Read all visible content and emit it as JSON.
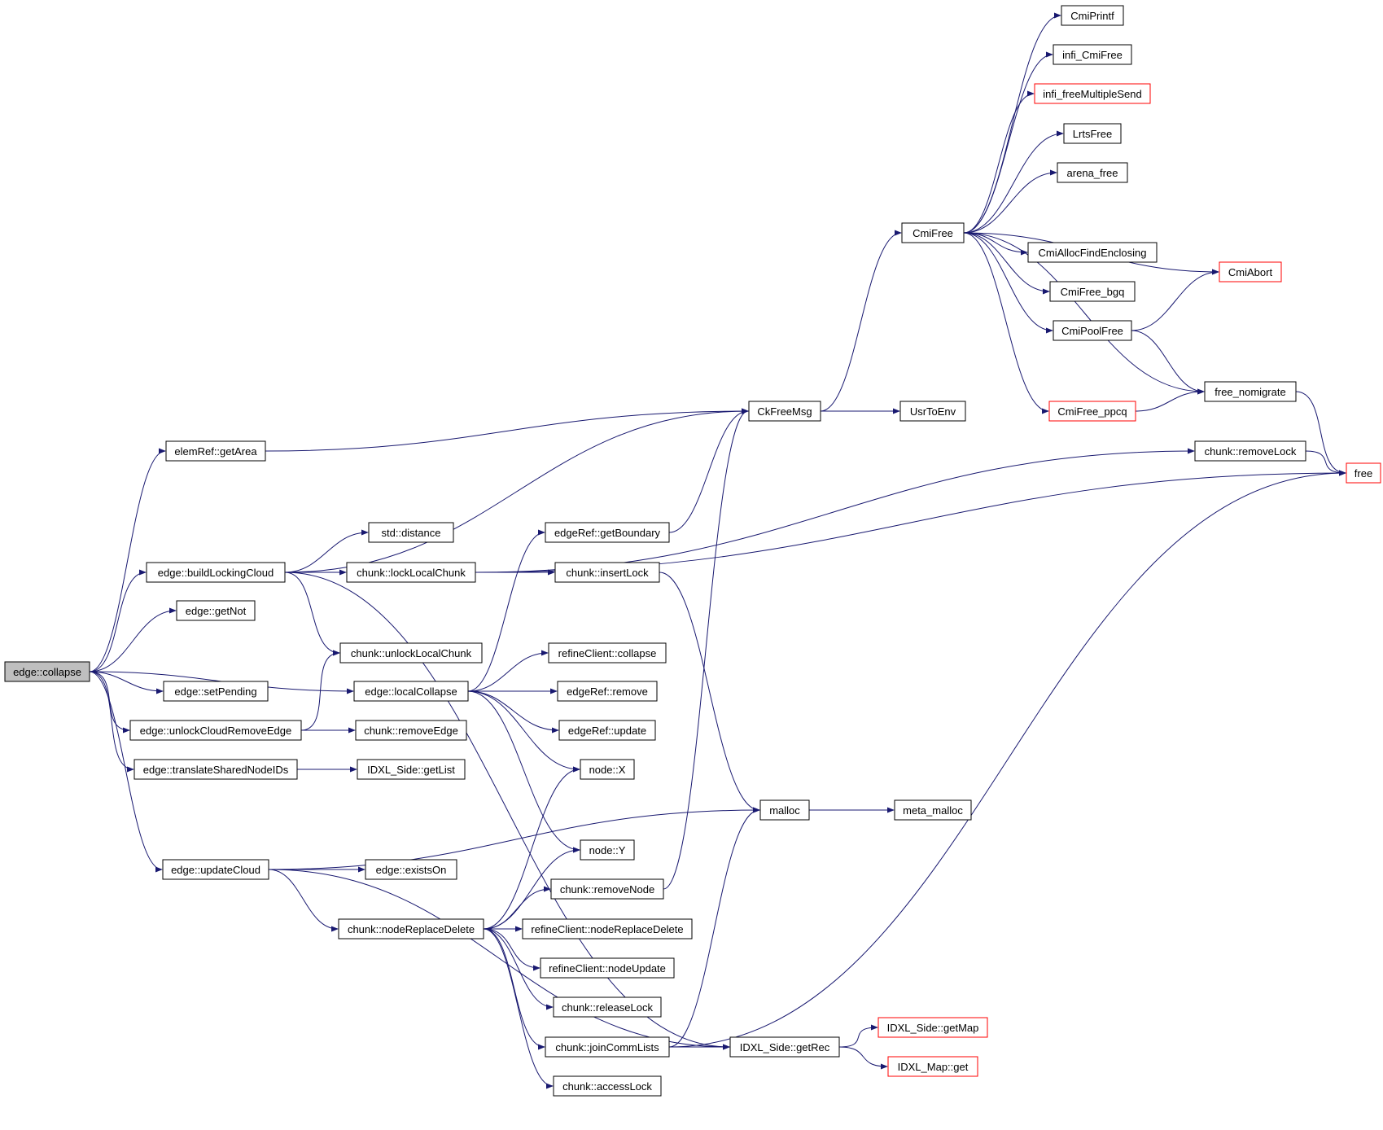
{
  "colors": {
    "edge": "#191970",
    "border": "#000000",
    "highlight_border": "#ff0000",
    "root_fill": "#bfbfbf"
  },
  "nodes": [
    {
      "id": "collapse",
      "label": "edge::collapse",
      "style": "root"
    },
    {
      "id": "getArea",
      "label": "elemRef::getArea",
      "style": "normal"
    },
    {
      "id": "buildLockingCloud",
      "label": "edge::buildLockingCloud",
      "style": "normal"
    },
    {
      "id": "getNot",
      "label": "edge::getNot",
      "style": "normal"
    },
    {
      "id": "setPending",
      "label": "edge::setPending",
      "style": "normal"
    },
    {
      "id": "unlockCloudRemoveEdge",
      "label": "edge::unlockCloudRemoveEdge",
      "style": "normal"
    },
    {
      "id": "translateSharedNodeIDs",
      "label": "edge::translateSharedNodeIDs",
      "style": "normal"
    },
    {
      "id": "updateCloud",
      "label": "edge::updateCloud",
      "style": "normal"
    },
    {
      "id": "std_distance",
      "label": "std::distance",
      "style": "normal"
    },
    {
      "id": "lockLocalChunk",
      "label": "chunk::lockLocalChunk",
      "style": "normal"
    },
    {
      "id": "unlockLocalChunk",
      "label": "chunk::unlockLocalChunk",
      "style": "normal"
    },
    {
      "id": "localCollapse",
      "label": "edge::localCollapse",
      "style": "normal"
    },
    {
      "id": "removeEdge",
      "label": "chunk::removeEdge",
      "style": "normal"
    },
    {
      "id": "getList",
      "label": "IDXL_Side::getList",
      "style": "normal"
    },
    {
      "id": "existsOn",
      "label": "edge::existsOn",
      "style": "normal"
    },
    {
      "id": "nodeReplaceDelete",
      "label": "chunk::nodeReplaceDelete",
      "style": "normal"
    },
    {
      "id": "getBoundary",
      "label": "edgeRef::getBoundary",
      "style": "normal"
    },
    {
      "id": "insertLock",
      "label": "chunk::insertLock",
      "style": "normal"
    },
    {
      "id": "rc_collapse",
      "label": "refineClient::collapse",
      "style": "normal"
    },
    {
      "id": "er_remove",
      "label": "edgeRef::remove",
      "style": "normal"
    },
    {
      "id": "er_update",
      "label": "edgeRef::update",
      "style": "normal"
    },
    {
      "id": "nodeX",
      "label": "node::X",
      "style": "normal"
    },
    {
      "id": "nodeY",
      "label": "node::Y",
      "style": "normal"
    },
    {
      "id": "removeNode",
      "label": "chunk::removeNode",
      "style": "normal"
    },
    {
      "id": "rc_nodeReplaceDelete",
      "label": "refineClient::nodeReplaceDelete",
      "style": "normal"
    },
    {
      "id": "rc_nodeUpdate",
      "label": "refineClient::nodeUpdate",
      "style": "normal"
    },
    {
      "id": "releaseLock",
      "label": "chunk::releaseLock",
      "style": "normal"
    },
    {
      "id": "joinCommLists",
      "label": "chunk::joinCommLists",
      "style": "normal"
    },
    {
      "id": "accessLock",
      "label": "chunk::accessLock",
      "style": "normal"
    },
    {
      "id": "CkFreeMsg",
      "label": "CkFreeMsg",
      "style": "normal"
    },
    {
      "id": "malloc",
      "label": "malloc",
      "style": "normal"
    },
    {
      "id": "getRec",
      "label": "IDXL_Side::getRec",
      "style": "normal"
    },
    {
      "id": "CmiFree",
      "label": "CmiFree",
      "style": "normal"
    },
    {
      "id": "UsrToEnv",
      "label": "UsrToEnv",
      "style": "normal"
    },
    {
      "id": "meta_malloc",
      "label": "meta_malloc",
      "style": "normal"
    },
    {
      "id": "getMap",
      "label": "IDXL_Side::getMap",
      "style": "red"
    },
    {
      "id": "map_get",
      "label": "IDXL_Map::get",
      "style": "red"
    },
    {
      "id": "CmiPrintf",
      "label": "CmiPrintf",
      "style": "normal"
    },
    {
      "id": "infi_CmiFree",
      "label": "infi_CmiFree",
      "style": "normal"
    },
    {
      "id": "infi_freeMultipleSend",
      "label": "infi_freeMultipleSend",
      "style": "red"
    },
    {
      "id": "LrtsFree",
      "label": "LrtsFree",
      "style": "normal"
    },
    {
      "id": "arena_free",
      "label": "arena_free",
      "style": "normal"
    },
    {
      "id": "CmiAllocFindEnclosing",
      "label": "CmiAllocFindEnclosing",
      "style": "normal"
    },
    {
      "id": "CmiFree_bgq",
      "label": "CmiFree_bgq",
      "style": "normal"
    },
    {
      "id": "CmiPoolFree",
      "label": "CmiPoolFree",
      "style": "normal"
    },
    {
      "id": "CmiFree_ppcq",
      "label": "CmiFree_ppcq",
      "style": "red"
    },
    {
      "id": "CmiAbort",
      "label": "CmiAbort",
      "style": "red"
    },
    {
      "id": "free_nomigrate",
      "label": "free_nomigrate",
      "style": "normal"
    },
    {
      "id": "removeLock",
      "label": "chunk::removeLock",
      "style": "normal"
    },
    {
      "id": "free",
      "label": "free",
      "style": "red"
    }
  ],
  "edges": [
    [
      "collapse",
      "getArea"
    ],
    [
      "collapse",
      "buildLockingCloud"
    ],
    [
      "collapse",
      "getNot"
    ],
    [
      "collapse",
      "localCollapse"
    ],
    [
      "collapse",
      "setPending"
    ],
    [
      "collapse",
      "unlockCloudRemoveEdge"
    ],
    [
      "collapse",
      "translateSharedNodeIDs"
    ],
    [
      "collapse",
      "updateCloud"
    ],
    [
      "getArea",
      "CkFreeMsg"
    ],
    [
      "buildLockingCloud",
      "CkFreeMsg"
    ],
    [
      "buildLockingCloud",
      "std_distance"
    ],
    [
      "buildLockingCloud",
      "lockLocalChunk"
    ],
    [
      "buildLockingCloud",
      "unlockLocalChunk"
    ],
    [
      "buildLockingCloud",
      "getRec"
    ],
    [
      "lockLocalChunk",
      "removeLock"
    ],
    [
      "lockLocalChunk",
      "free"
    ],
    [
      "lockLocalChunk",
      "insertLock"
    ],
    [
      "unlockCloudRemoveEdge",
      "unlockLocalChunk"
    ],
    [
      "unlockCloudRemoveEdge",
      "removeEdge"
    ],
    [
      "translateSharedNodeIDs",
      "getList"
    ],
    [
      "localCollapse",
      "getBoundary"
    ],
    [
      "localCollapse",
      "rc_collapse"
    ],
    [
      "localCollapse",
      "er_remove"
    ],
    [
      "localCollapse",
      "er_update"
    ],
    [
      "localCollapse",
      "nodeX"
    ],
    [
      "localCollapse",
      "nodeY"
    ],
    [
      "getBoundary",
      "CkFreeMsg"
    ],
    [
      "insertLock",
      "malloc"
    ],
    [
      "updateCloud",
      "malloc"
    ],
    [
      "updateCloud",
      "existsOn"
    ],
    [
      "updateCloud",
      "nodeReplaceDelete"
    ],
    [
      "updateCloud",
      "getRec"
    ],
    [
      "nodeReplaceDelete",
      "nodeX"
    ],
    [
      "nodeReplaceDelete",
      "nodeY"
    ],
    [
      "nodeReplaceDelete",
      "removeNode"
    ],
    [
      "nodeReplaceDelete",
      "rc_nodeReplaceDelete"
    ],
    [
      "nodeReplaceDelete",
      "rc_nodeUpdate"
    ],
    [
      "nodeReplaceDelete",
      "releaseLock"
    ],
    [
      "nodeReplaceDelete",
      "joinCommLists"
    ],
    [
      "nodeReplaceDelete",
      "accessLock"
    ],
    [
      "removeNode",
      "CkFreeMsg"
    ],
    [
      "joinCommLists",
      "malloc"
    ],
    [
      "joinCommLists",
      "free"
    ],
    [
      "joinCommLists",
      "getRec"
    ],
    [
      "CkFreeMsg",
      "CmiFree"
    ],
    [
      "CkFreeMsg",
      "UsrToEnv"
    ],
    [
      "malloc",
      "meta_malloc"
    ],
    [
      "getRec",
      "getMap"
    ],
    [
      "getRec",
      "map_get"
    ],
    [
      "CmiFree",
      "CmiPrintf"
    ],
    [
      "CmiFree",
      "infi_CmiFree"
    ],
    [
      "CmiFree",
      "infi_freeMultipleSend"
    ],
    [
      "CmiFree",
      "LrtsFree"
    ],
    [
      "CmiFree",
      "arena_free"
    ],
    [
      "CmiFree",
      "CmiAbort"
    ],
    [
      "CmiFree",
      "CmiAllocFindEnclosing"
    ],
    [
      "CmiFree",
      "CmiFree_bgq"
    ],
    [
      "CmiFree",
      "CmiPoolFree"
    ],
    [
      "CmiFree",
      "free_nomigrate"
    ],
    [
      "CmiFree",
      "CmiFree_ppcq"
    ],
    [
      "CmiPoolFree",
      "CmiAbort"
    ],
    [
      "CmiPoolFree",
      "free_nomigrate"
    ],
    [
      "CmiFree_ppcq",
      "free_nomigrate"
    ],
    [
      "free_nomigrate",
      "free"
    ],
    [
      "removeLock",
      "free"
    ]
  ]
}
